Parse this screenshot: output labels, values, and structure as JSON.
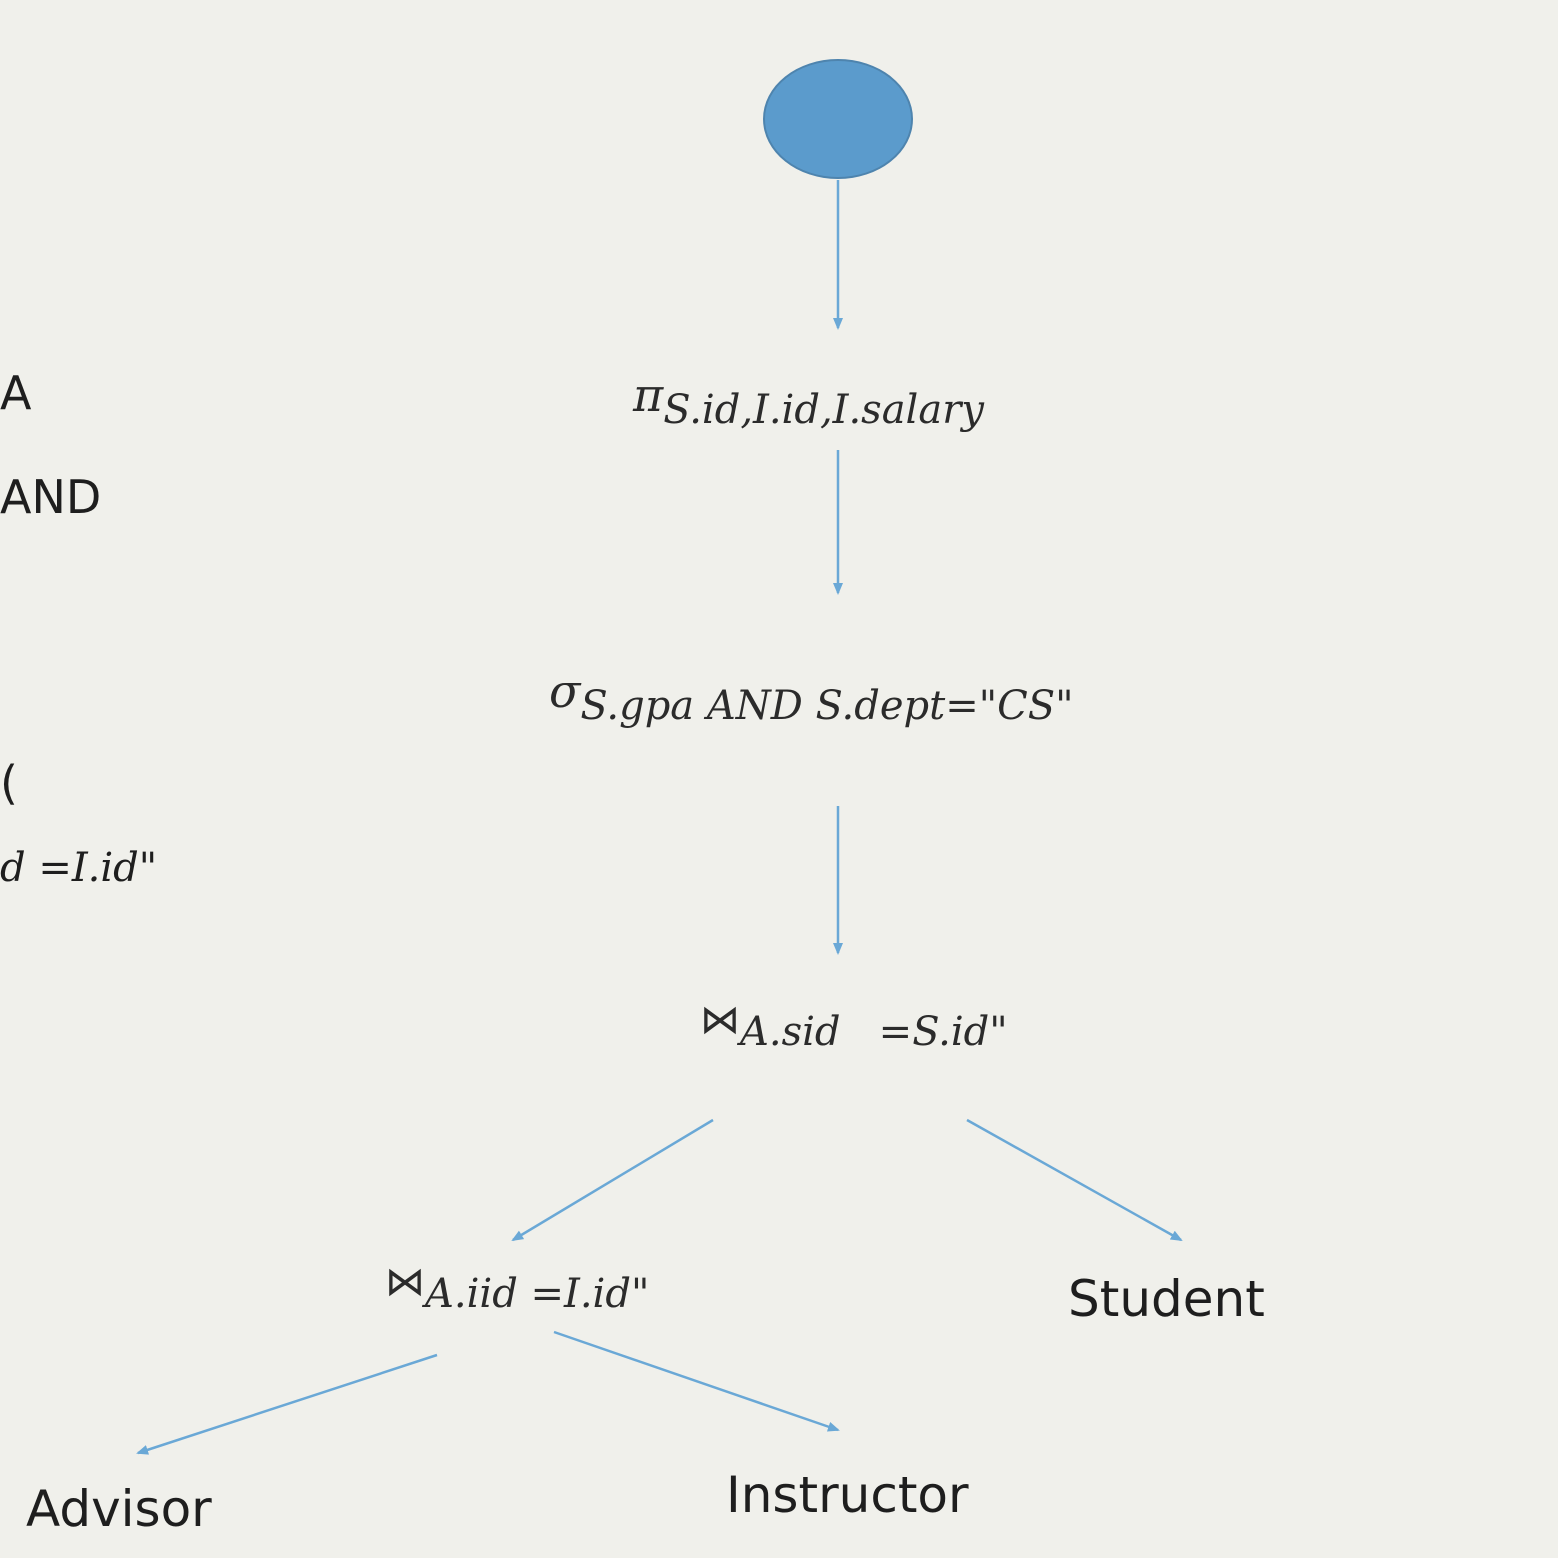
{
  "left_column": {
    "line1": "A",
    "line2": "AND",
    "line3": "(",
    "line4": "d =I.id\""
  },
  "tree": {
    "projection": {
      "symbol": "π",
      "subscript": "S.id,I.id,I.salary"
    },
    "selection": {
      "symbol": "σ",
      "subscript": "S.gpa AND S.dept=\"CS\""
    },
    "join_top": {
      "symbol": "⋈",
      "subscript": "A.sid   =S.id\""
    },
    "join_bottom": {
      "symbol": "⋈",
      "subscript": "A.iid =I.id\""
    },
    "relations": {
      "student": "Student",
      "advisor": "Advisor",
      "instructor": "Instructor"
    }
  },
  "colors": {
    "background": "#f0f0eb",
    "root_node": "#5b9bcc",
    "edge": "#6aa8d6",
    "text": "#262626"
  }
}
